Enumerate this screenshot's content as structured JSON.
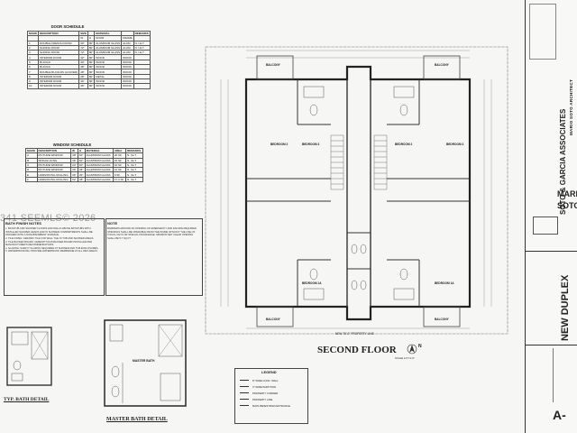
{
  "door_schedule": {
    "title": "DOOR SCHEDULE",
    "headers": [
      "MARK",
      "DESCRIPTION",
      "SIZE",
      "",
      "MATERIAL",
      "",
      "REMARKS"
    ],
    "subheaders": [
      "",
      "",
      "W",
      "H",
      "DOOR",
      "FRAME",
      ""
    ],
    "rows": [
      [
        "1",
        "DOUBLE FRENCH DOOR",
        "60\"",
        "80\"",
        "ALUMINUM GLASS",
        "ALUM",
        "N. I.E.T"
      ],
      [
        "2",
        "SLIDING DOOR",
        "72\"",
        "80\"",
        "ALUMINUM GLASS",
        "ALUM",
        "N. I.E.T"
      ],
      [
        "3",
        "SLIDING DOOR",
        "72\"",
        "80\"",
        "ALUMINUM GLASS",
        "ALUM",
        "N. I.E.T"
      ],
      [
        "4",
        "INTERIOR DOOR",
        "32\"",
        "80\"",
        "WOOD",
        "WOOD",
        ""
      ],
      [
        "5",
        "BI-FOLD",
        "30\"",
        "80\"",
        "WOOD",
        "WOOD",
        ""
      ],
      [
        "6",
        "BI-FOLD",
        "48\"",
        "80\"",
        "WOOD",
        "WOOD",
        ""
      ],
      [
        "7",
        "DOUBLE BI-FOLDS (LOUVER)",
        "48\"",
        "80\"",
        "WOOD",
        "WOOD",
        ""
      ],
      [
        "8",
        "INTERIOR DOOR",
        "28\"",
        "80\"",
        "METAL",
        "WOOD",
        ""
      ],
      [
        "9",
        "INTERIOR DOOR",
        "30\"",
        "80\"",
        "WOOD",
        "WOOD",
        ""
      ],
      [
        "10",
        "INTERIOR DOOR",
        "36\"",
        "80\"",
        "WOOD",
        "WOOD",
        ""
      ]
    ]
  },
  "window_schedule": {
    "title": "WINDOW SCHEDULE",
    "headers": [
      "MARK",
      "DESCRIPTION",
      "W",
      "H",
      "MATERIAL",
      "AREA",
      "REMARKS"
    ],
    "rows": [
      [
        "A",
        "PICTURE WINDOW",
        "48\"",
        "60\"",
        "ALUMINUM GLASS",
        "20 SF",
        "N. I.E.T"
      ],
      [
        "B",
        "SINGLE HUNG",
        "36\"",
        "60\"",
        "ALUMINUM GLASS",
        "15 SF",
        "N. I.E.T"
      ],
      [
        "C",
        "PICTURE WINDOW",
        "24\"",
        "60\"",
        "ALUMINUM GLASS",
        "10 SF",
        "N. I.E.T"
      ],
      [
        "D",
        "PICTURE WINDOW",
        "36\"",
        "48\"",
        "ALUMINUM GLASS",
        "12 SF",
        "N. I.E.T"
      ],
      [
        "E",
        "HORIZONTAL ROLLING",
        "36\"",
        "36\"",
        "ALUMINUM GLASS",
        "9 SF",
        "N. I.E.T"
      ],
      [
        "F",
        "HORIZONTAL ROLLING",
        "52\"",
        "48\"",
        "ALUMINUM GLASS",
        "17.3 SF",
        "N. I.E.T"
      ]
    ]
  },
  "bath_notes": {
    "title": "BATH FINISH NOTES",
    "text": "1. BATHTUB AND SHOWER FLOORS AND WALLS ABOVE BATHTUBS WITH INSTALLED SHOWER HEADS AND IN SHOWER COMPARTMENTS SHALL BE FINISHED WITH A NONABSORBENT SURFACE.\n2. TILE FINISH: CERAMIC TILE FOR WALL TILE IN TUB AND SHOWER AREAS.\n3. TILE BACKER BOARD: CEMENTITIOUS BACKER BOARD INSTALLED PER MANUFACTURER'S RECOMMENDATIONS.\n4. GLAZING: SAFETY GLAZING REQUIRED AT SHOWER AND TUB ENCLOSURES.\n5. WATERPROOFING: PROVIDE WATERPROOF MEMBRANE AT ALL WET AREAS."
  },
  "note": {
    "title": "NOTE",
    "text": "BARRIERS AROUND AN OPENING OF EMERGENCY AND ESCAPE REQUIRED OPENINGS SHALL BE OPERABLE FROM THE INSIDE WITHOUT THE USE OF TOOLS, KEYS OR SPECIAL KNOWLEDGE. MINIMUM NET CLEAR OPENING SHALL BE 5.7 SQ FT."
  },
  "details": {
    "typ_bath": "TYP. BATH DETAIL",
    "master_bath": "MASTER BATH DETAIL",
    "master_bath_label": "MASTER BATH",
    "scale": "SCALE 1/4\"=1'-0\""
  },
  "plan": {
    "title": "SECOND FLOOR",
    "north": "N",
    "property_line": "NEW 75'-0\" PROPERTY LINE",
    "rooms": [
      "BEDROOM 2",
      "BEDROOM 3",
      "BEDROOM 2",
      "BEDROOM 3",
      "BEDROOM 1A",
      "BEDROOM 1A",
      "BALCONY",
      "BALCONY",
      "BALCONY",
      "BALCONY"
    ]
  },
  "legend": {
    "title": "LEGEND",
    "items": [
      "8\" WIDE CONC. WALL",
      "4\" WIDE PARTITION",
      "PROPERTY CORNER",
      "PROPERTY LINE",
      "MAIN PEDESTRIAN ENTRANCE"
    ]
  },
  "title_block": {
    "firm": "SOTO & GARCIA ASSOCIATES",
    "subfirm": "MARIO SOTO ARCHITECT",
    "name_fragments": [
      "MARIO",
      "SOTO"
    ],
    "project": "NEW DUPLEX",
    "sheet": "A-"
  },
  "watermark": "341  SEEMLS© 2026"
}
